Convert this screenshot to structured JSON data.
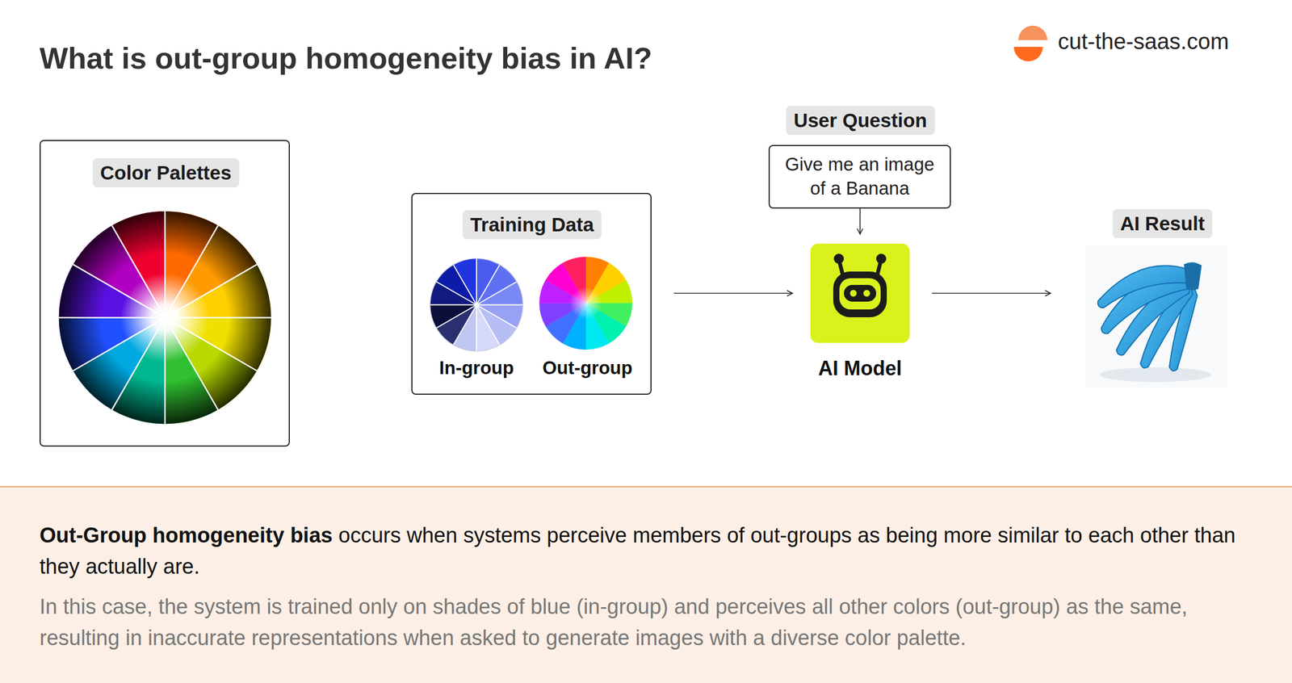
{
  "diagram": {
    "title": "What is out-group homogeneity bias in AI?",
    "nodes": [
      {
        "text": [
          "Color Palettes"
        ]
      },
      {
        "text": [
          "Training Data",
          "In-group",
          "Out-group"
        ]
      },
      {
        "text": [
          "User Question",
          "Give me an image of a Banana"
        ]
      },
      {
        "text": [
          "AI Model"
        ]
      },
      {
        "text": [
          "AI Result"
        ]
      },
      {
        "text": [
          "Out-Group homogeneity bias",
          "occurs when systems perceive members of out-groups as being more similar to each other than they actually are.",
          "In this case, the system is trained only on shades of blue (in-group) and perceives all other colors (out-group) as the same, resulting in inaccurate representations when asked to generate images with a diverse color palette."
        ]
      }
    ],
    "edges": [
      {
        "from": 1,
        "to": 3,
        "arrow": "to"
      },
      {
        "from": 2,
        "to": 3,
        "arrow": "to"
      },
      {
        "from": 3,
        "to": 4,
        "arrow": "to"
      }
    ],
    "labels": [
      "cut-the-saas.com"
    ]
  }
}
